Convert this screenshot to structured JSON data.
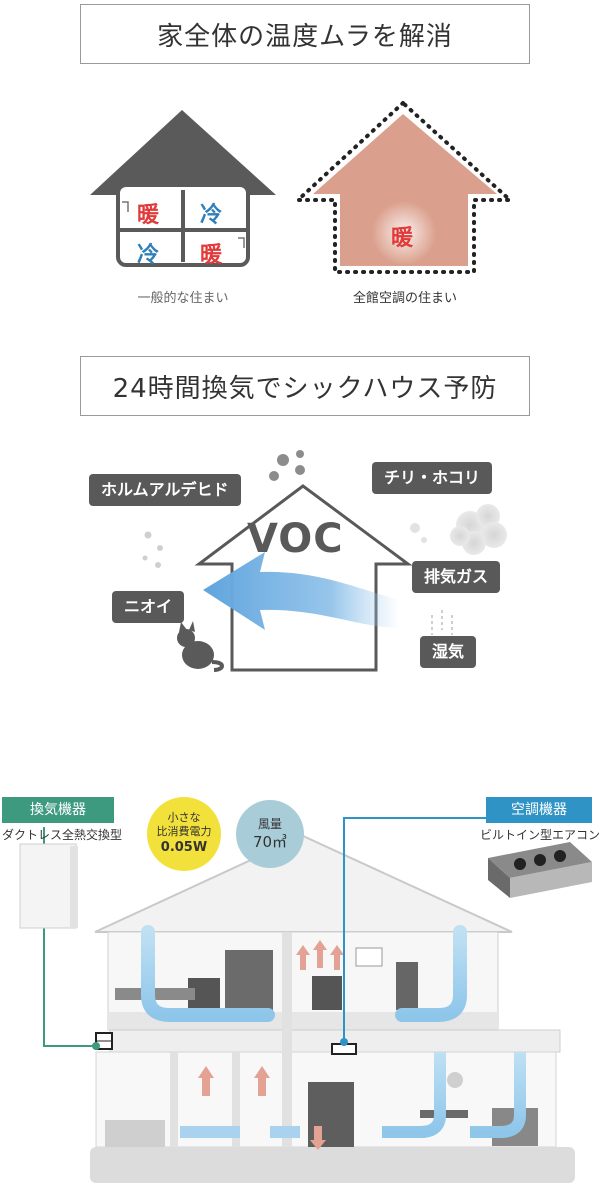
{
  "section1": {
    "title": "家全体の温度ムラを解消",
    "house_left": {
      "cells": [
        "暖",
        "冷",
        "冷",
        "暖"
      ],
      "caption": "一般的な住まい"
    },
    "house_right": {
      "center": "暖",
      "caption": "全館空調の住まい"
    }
  },
  "section2": {
    "title": "24時間換気でシックハウス予防",
    "center_label": "VOC",
    "tags": [
      "ホルムアルデヒド",
      "チリ・ホコリ",
      "排気ガス",
      "ニオイ",
      "湿気"
    ]
  },
  "section3": {
    "ventilation": {
      "label": "換気機器",
      "sub": "ダクトレス全熱交換型"
    },
    "aircon": {
      "label": "空調機器",
      "sub": "ビルトイン型エアコン"
    },
    "power_badge": {
      "line1": "小さな",
      "line2": "比消費電力",
      "value": "0.05W"
    },
    "airflow_badge": {
      "line1": "風量",
      "value": "70㎥"
    }
  },
  "colors": {
    "warm": "#e03a3a",
    "cool": "#2f7fb8",
    "dark_roof": "#5a5a5a",
    "warm_house": "#dba08d",
    "tag_bg": "#595959",
    "vent_green": "#3e9a7e",
    "aircon_blue": "#2f93c6",
    "power_yellow": "#f2e13a",
    "airflow_blue": "#a9cdd8"
  }
}
